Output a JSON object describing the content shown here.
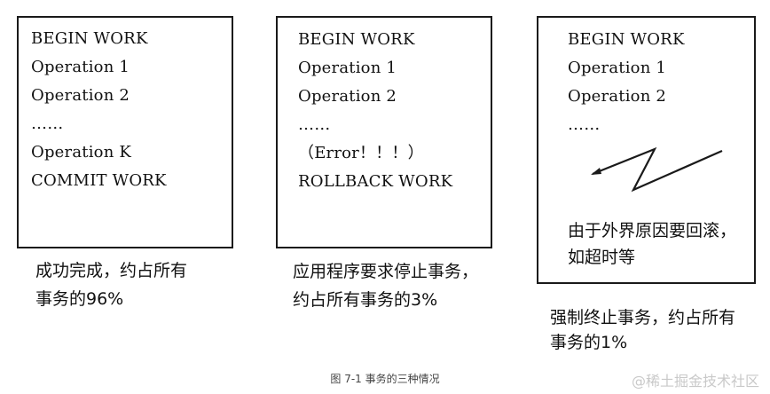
{
  "panels": [
    {
      "lines": [
        "BEGIN WORK",
        "Operation 1",
        "Operation 2",
        "……",
        "Operation K",
        "COMMIT WORK"
      ],
      "caption": [
        "成功完成，约占所有",
        "事务的96%"
      ]
    },
    {
      "lines": [
        "BEGIN WORK",
        "Operation 1",
        "Operation 2",
        "……",
        "（Error！！！）",
        "ROLLBACK WORK"
      ],
      "caption": [
        "应用程序要求停止事务，",
        "约占所有事务的3%"
      ]
    },
    {
      "lines": [
        "BEGIN WORK",
        "Operation 1",
        "Operation 2",
        "……"
      ],
      "note": [
        "由于外界原因要回滚，",
        "如超时等"
      ],
      "caption": [
        "强制终止事务，约占所有",
        "事务的1%"
      ]
    }
  ],
  "figure_caption": "图  7-1  事务的三种情况",
  "watermark": "@稀土掘金技术社区"
}
